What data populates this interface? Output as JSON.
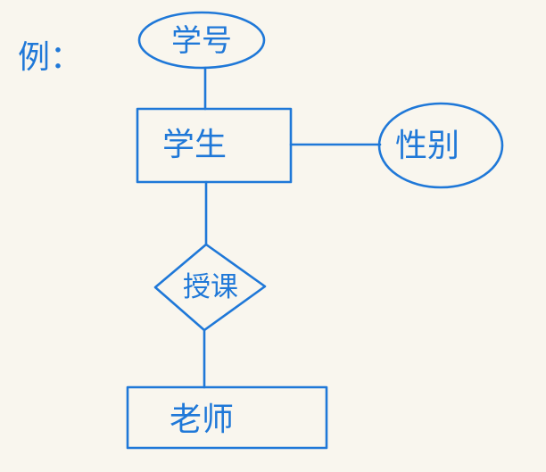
{
  "diagram": {
    "heading": "例：",
    "entities": {
      "student": "学生",
      "teacher": "老师"
    },
    "attributes": {
      "student_id": "学号",
      "gender": "性别"
    },
    "relationships": {
      "teaches": "授课"
    },
    "colors": {
      "ink": "#1f78d8",
      "background": "#f9f6ee"
    }
  }
}
